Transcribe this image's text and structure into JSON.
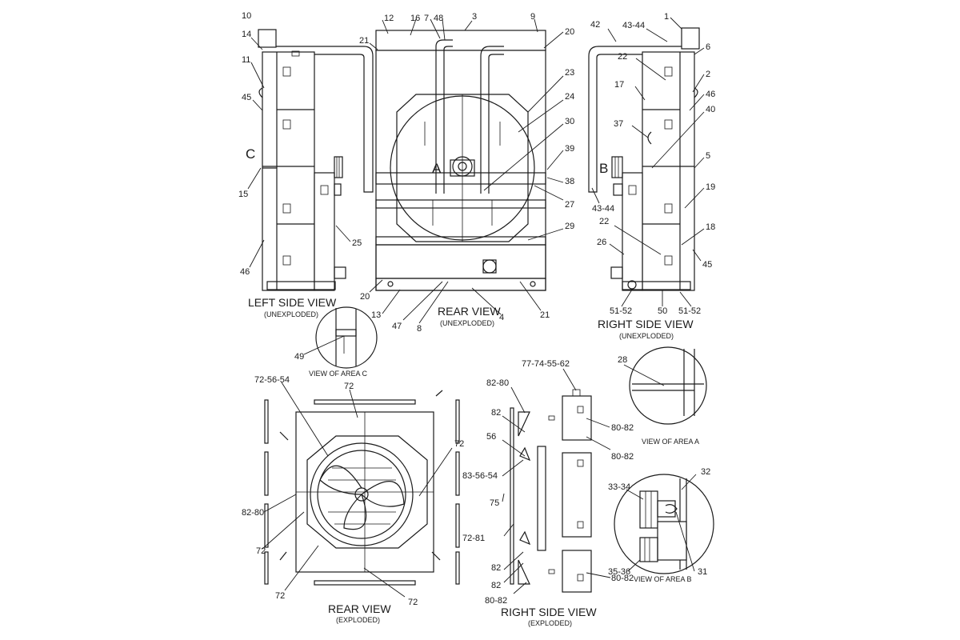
{
  "views": {
    "left_side": {
      "title": "LEFT SIDE VIEW",
      "subtitle": "(UNEXPLODED)"
    },
    "rear": {
      "title": "REAR VIEW",
      "subtitle": "(UNEXPLODED)"
    },
    "right_side": {
      "title": "RIGHT SIDE VIEW",
      "subtitle": "(UNEXPLODED)"
    },
    "rear_exploded": {
      "title": "REAR VIEW",
      "subtitle": "(EXPLODED)"
    },
    "right_side_exploded": {
      "title": "RIGHT SIDE VIEW",
      "subtitle": "(EXPLODED)"
    },
    "area_a": {
      "title": "VIEW OF AREA A"
    },
    "area_b": {
      "title": "VIEW OF AREA B"
    },
    "area_c": {
      "title": "VIEW OF AREA C"
    }
  },
  "area_markers": {
    "a": "A",
    "b": "B",
    "c": "C"
  },
  "callouts": {
    "c10": "10",
    "c14": "14",
    "c11": "11",
    "c45l": "45",
    "c15": "15",
    "c46l": "46",
    "c25": "25",
    "c12": "12",
    "c16": "16",
    "c7": "7",
    "c48": "48",
    "c3": "3",
    "c9": "9",
    "c21t": "21",
    "c20t": "20",
    "c23": "23",
    "c24": "24",
    "c30": "30",
    "c39": "39",
    "c38": "38",
    "c27": "27",
    "c29": "29",
    "c20b": "20",
    "c13": "13",
    "c47": "47",
    "c8": "8",
    "c4": "4",
    "c21b": "21",
    "c42": "42",
    "c4344t": "43-44",
    "c1": "1",
    "c6": "6",
    "c22t": "22",
    "c2": "2",
    "c17": "17",
    "c46r": "46",
    "c40": "40",
    "c37": "37",
    "c5": "5",
    "c19": "19",
    "c4344b": "43-44",
    "c22b": "22",
    "c18": "18",
    "c26": "26",
    "c45r": "45",
    "c5152l": "51-52",
    "c50": "50",
    "c5152r": "51-52",
    "c49": "49",
    "c725654": "72-56-54",
    "c72a": "72",
    "c72b": "72",
    "c8280l": "82-80",
    "c72c": "72",
    "c72d": "72",
    "c72e": "72",
    "c7774": "77-74-55-62",
    "c8280": "82-80",
    "c82a": "82",
    "c56": "56",
    "c835654": "83-56-54",
    "c75": "75",
    "c7281": "72-81",
    "c82b": "82",
    "c82c": "82",
    "c8082a": "80-82",
    "c8082b": "80-82",
    "c8082c": "80-82",
    "c8082d": "80-82",
    "c28": "28",
    "c32": "32",
    "c3334": "33-34",
    "c3536": "35-36",
    "c31": "31"
  }
}
